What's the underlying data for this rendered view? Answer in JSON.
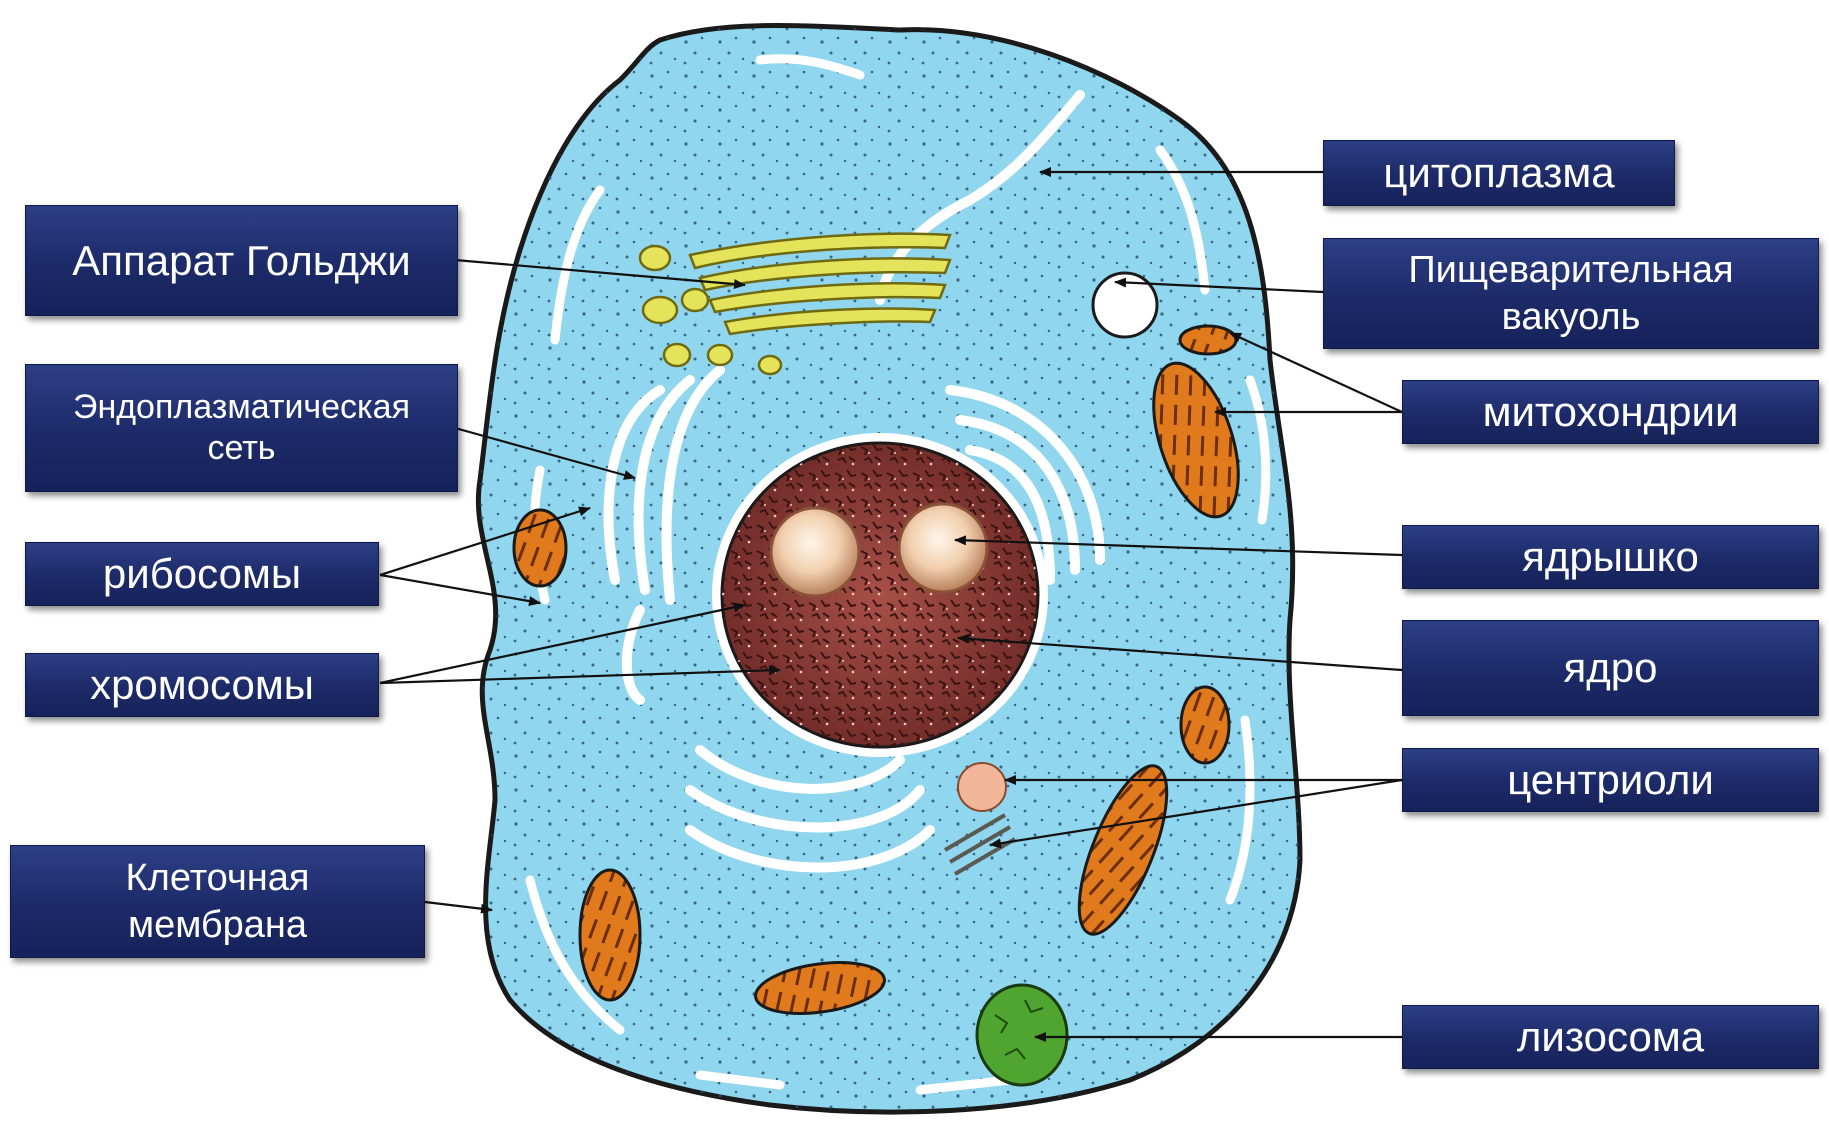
{
  "labels": {
    "golgi": "Аппарат Гольджи",
    "er": "Эндоплазматическая\nсеть",
    "ribosomes": "рибосомы",
    "chromosomes": "хромосомы",
    "membrane": "Клеточная\nмембрана",
    "cytoplasm": "цитоплазма",
    "vacuole": "Пищеварительная\nвакуоль",
    "mitochondria": "митохондрии",
    "nucleolus": "ядрышко",
    "nucleus": "ядро",
    "centrioles": "центриоли",
    "lysosome": "лизосома"
  },
  "colors": {
    "cytoplasm": "#8fd6ee",
    "membrane": "#1a1a1a",
    "nucleus": "#8a3a34",
    "nucleolus": "#f1cfae",
    "golgi": "#e4e35a",
    "mitochondria": "#e07a1c",
    "lysosome": "#4fa52f",
    "label_bg": "#1f2d6e"
  }
}
